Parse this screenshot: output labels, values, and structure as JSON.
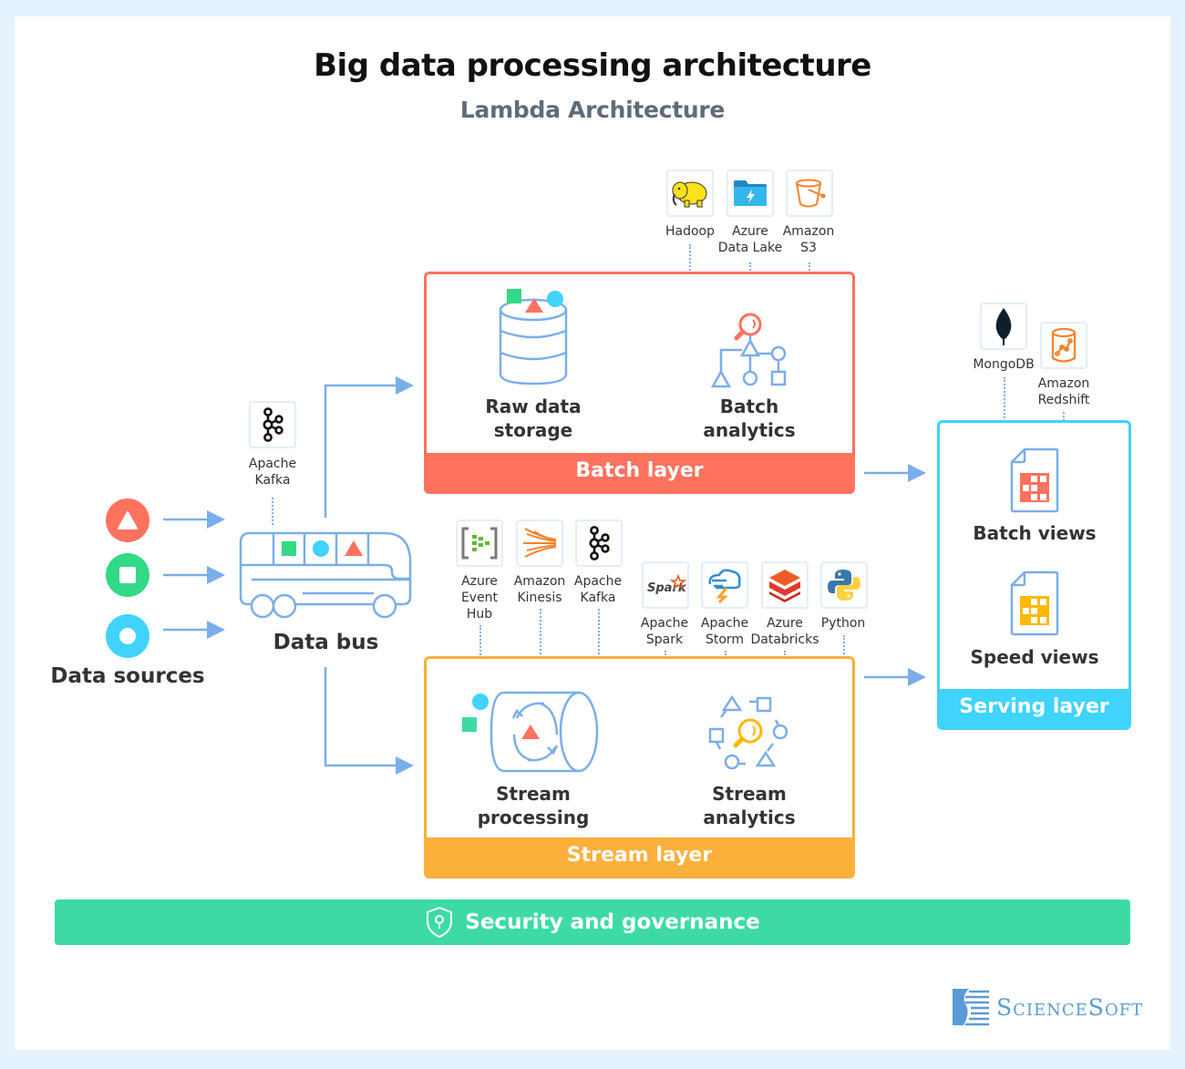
{
  "header": {
    "title": "Big data processing architecture",
    "subtitle": "Lambda Architecture"
  },
  "data_sources": {
    "label": "Data sources",
    "items": [
      {
        "shape": "triangle",
        "color": "#fe725e"
      },
      {
        "shape": "square",
        "color": "#32d987"
      },
      {
        "shape": "circle",
        "color": "#3fd3fd"
      }
    ]
  },
  "data_bus": {
    "label": "Data bus",
    "tool": {
      "name": "Apache Kafka",
      "icon": "kafka-icon"
    }
  },
  "batch_layer": {
    "label": "Batch layer",
    "color": "#fe725e",
    "components": [
      {
        "label_line1": "Raw data",
        "label_line2": "storage",
        "icon": "database-icon"
      },
      {
        "label_line1": "Batch",
        "label_line2": "analytics",
        "icon": "analytics-tree-icon"
      }
    ],
    "tools": [
      {
        "name_line1": "Hadoop",
        "name_line2": "",
        "icon": "hadoop-icon"
      },
      {
        "name_line1": "Azure",
        "name_line2": "Data Lake",
        "icon": "azure-data-lake-icon"
      },
      {
        "name_line1": "Amazon",
        "name_line2": "S3",
        "icon": "amazon-s3-icon"
      }
    ]
  },
  "stream_layer": {
    "label": "Stream layer",
    "color": "#fbb03b",
    "components": [
      {
        "label_line1": "Stream",
        "label_line2": "processing",
        "icon": "stream-cylinder-icon"
      },
      {
        "label_line1": "Stream",
        "label_line2": "analytics",
        "icon": "stream-analytics-icon"
      }
    ],
    "processing_tools": [
      {
        "name_line1": "Azure",
        "name_line2": "Event",
        "name_line3": "Hub",
        "icon": "azure-event-hub-icon"
      },
      {
        "name_line1": "Amazon",
        "name_line2": "Kinesis",
        "name_line3": "",
        "icon": "amazon-kinesis-icon"
      },
      {
        "name_line1": "Apache",
        "name_line2": "Kafka",
        "name_line3": "",
        "icon": "kafka-icon"
      }
    ],
    "analytics_tools": [
      {
        "name_line1": "Apache",
        "name_line2": "Spark",
        "icon": "apache-spark-icon"
      },
      {
        "name_line1": "Apache",
        "name_line2": "Storm",
        "icon": "apache-storm-icon"
      },
      {
        "name_line1": "Azure",
        "name_line2": "Databricks",
        "icon": "azure-databricks-icon"
      },
      {
        "name_line1": "Python",
        "name_line2": "",
        "icon": "python-icon"
      }
    ]
  },
  "serving_layer": {
    "label": "Serving layer",
    "color": "#3fd3fd",
    "views": [
      {
        "label": "Batch views",
        "color": "#fe725e"
      },
      {
        "label": "Speed views",
        "color": "#fbb903"
      }
    ],
    "tools": [
      {
        "name_line1": "MongoDB",
        "name_line2": "",
        "icon": "mongodb-icon"
      },
      {
        "name_line1": "Amazon",
        "name_line2": "Redshift",
        "icon": "amazon-redshift-icon"
      }
    ]
  },
  "security": {
    "label": "Security and governance",
    "icon": "shield-icon",
    "color": "#3ddba3"
  },
  "brand": {
    "name": "ScienceSoft"
  },
  "colors": {
    "line": "#7aaeea",
    "text_dark": "#333333"
  }
}
